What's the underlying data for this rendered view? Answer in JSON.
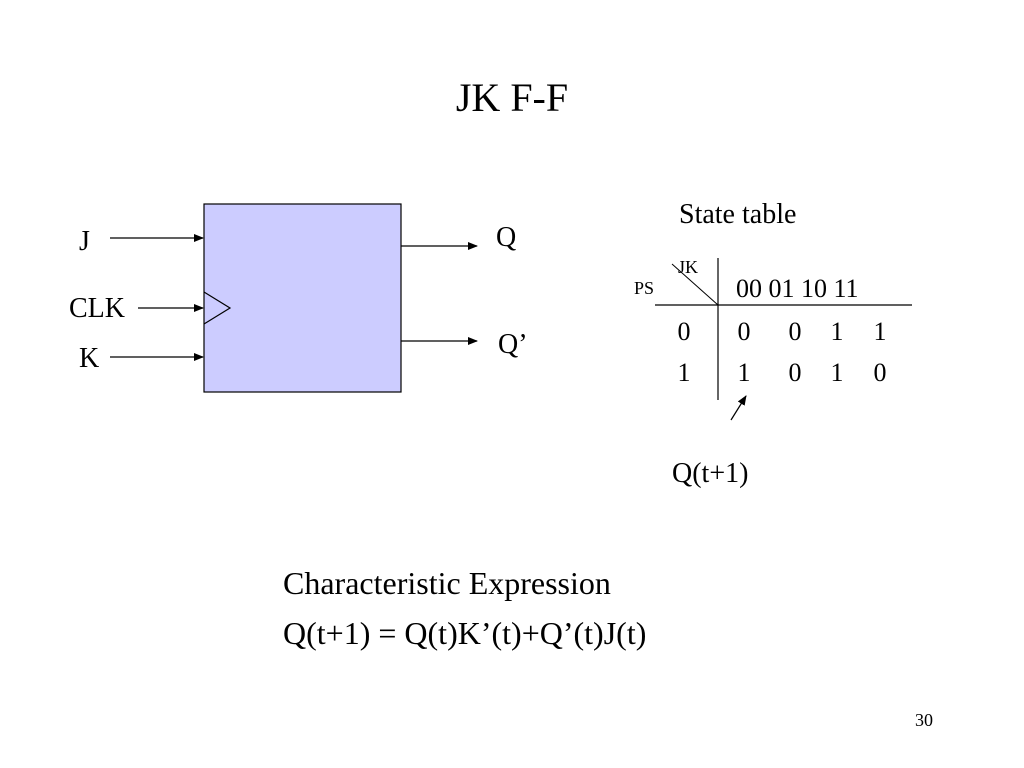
{
  "slide": {
    "title": "JK F-F",
    "page_number": "30"
  },
  "flipflop": {
    "inputs": {
      "j": "J",
      "clk": "CLK",
      "k": "K"
    },
    "outputs": {
      "q": "Q",
      "q_bar": "Q’"
    },
    "block_color": "#ccccff"
  },
  "state_table": {
    "title": "State table",
    "corner_jk": "JK",
    "corner_ps": "PS",
    "column_headers": "00 01 10 11",
    "rows": [
      {
        "ps": "0",
        "values": [
          "0",
          "0",
          "1",
          "1"
        ]
      },
      {
        "ps": "1",
        "values": [
          "1",
          "0",
          "1",
          "0"
        ]
      }
    ],
    "next_state_label": "Q(t+1)"
  },
  "characteristic": {
    "title": "Characteristic Expression",
    "expression": "Q(t+1) = Q(t)K’(t)+Q’(t)J(t)"
  }
}
